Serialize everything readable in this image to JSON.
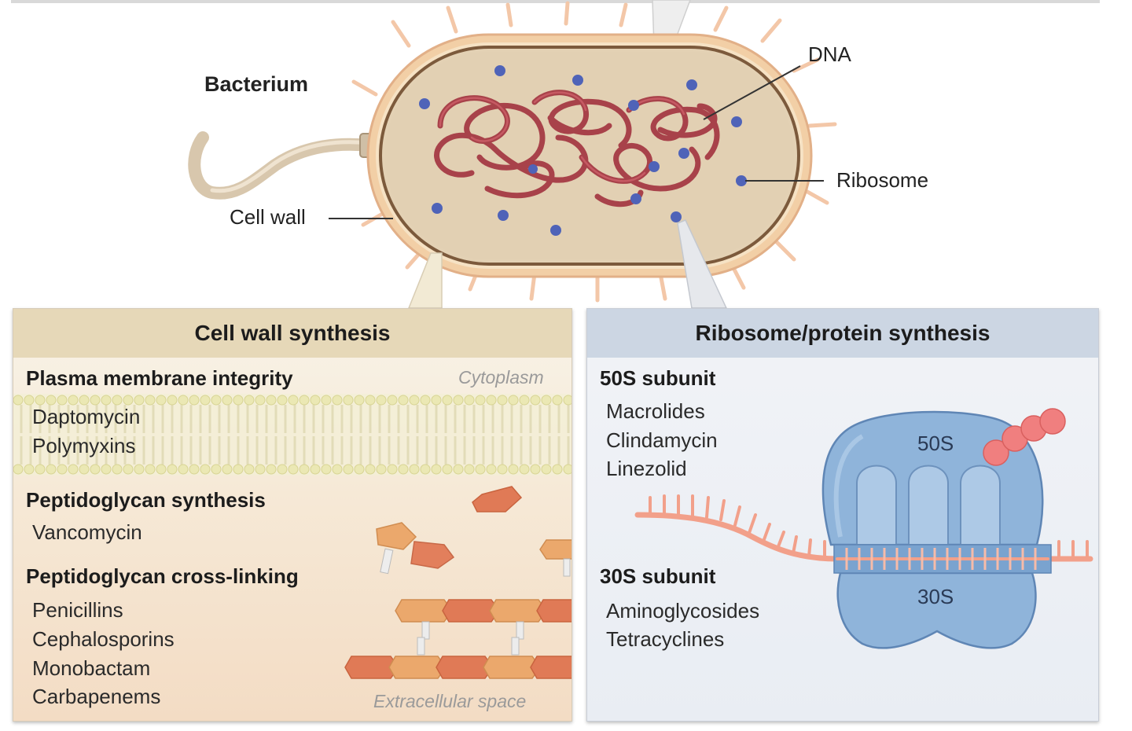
{
  "diagram": {
    "bacterium_label": "Bacterium",
    "dna_label": "DNA",
    "ribosome_label": "Ribosome",
    "cell_wall_label": "Cell wall"
  },
  "cell_wall_panel": {
    "title": "Cell wall synthesis",
    "cytoplasm_label": "Cytoplasm",
    "extracellular_label": "Extracellular space",
    "sections": [
      {
        "title": "Plasma membrane integrity",
        "drugs": [
          "Daptomycin",
          "Polymyxins"
        ]
      },
      {
        "title": "Peptidoglycan synthesis",
        "drugs": [
          "Vancomycin"
        ]
      },
      {
        "title": "Peptidoglycan cross-linking",
        "drugs": [
          "Penicillins",
          "Cephalosporins",
          "Monobactam",
          "Carbapenems"
        ]
      }
    ]
  },
  "ribosome_panel": {
    "title": "Ribosome/protein synthesis",
    "subunit_50s_badge": "50S",
    "subunit_30s_badge": "30S",
    "sections": [
      {
        "title": "50S subunit",
        "drugs": [
          "Macrolides",
          "Clindamycin",
          "Linezolid"
        ]
      },
      {
        "title": "30S subunit",
        "drugs": [
          "Aminoglycosides",
          "Tetracyclines"
        ]
      }
    ]
  },
  "colors": {
    "cell_wall_outer": "#f2cfa6",
    "cytoplasm": "#e3d1b4",
    "dna": "#a8424a",
    "ribosome_dot": "#4f63b8",
    "cell_wall_header": "#e6d8b8",
    "ribosome_header": "#ccd6e3",
    "ribosome_body": "#8fb4da",
    "peptide": "#f07f7f",
    "peptidoglycan_dark": "#d8714c",
    "peptidoglycan_light": "#eca46a"
  }
}
